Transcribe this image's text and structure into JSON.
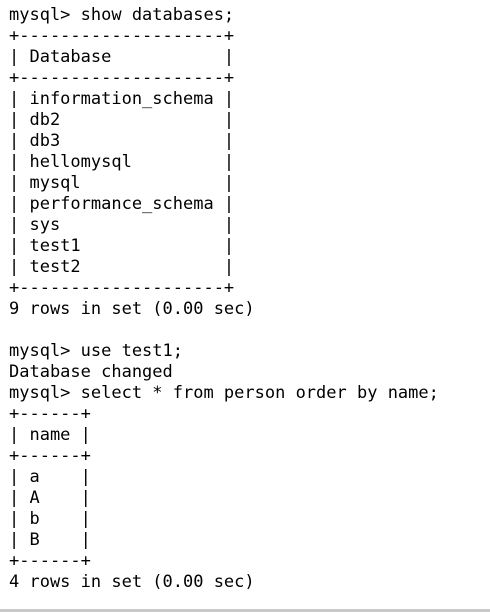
{
  "terminal": {
    "lines": [
      "mysql> show databases;",
      "+--------------------+",
      "| Database           |",
      "+--------------------+",
      "| information_schema |",
      "| db2                |",
      "| db3                |",
      "| hellomysql         |",
      "| mysql              |",
      "| performance_schema |",
      "| sys                |",
      "| test1              |",
      "| test2              |",
      "+--------------------+",
      "9 rows in set (0.00 sec)",
      "",
      "mysql> use test1;",
      "Database changed",
      "mysql> select * from person order by name;",
      "+------+",
      "| name |",
      "+------+",
      "| a    |",
      "| A    |",
      "| b    |",
      "| B    |",
      "+------+",
      "4 rows in set (0.00 sec)"
    ]
  }
}
